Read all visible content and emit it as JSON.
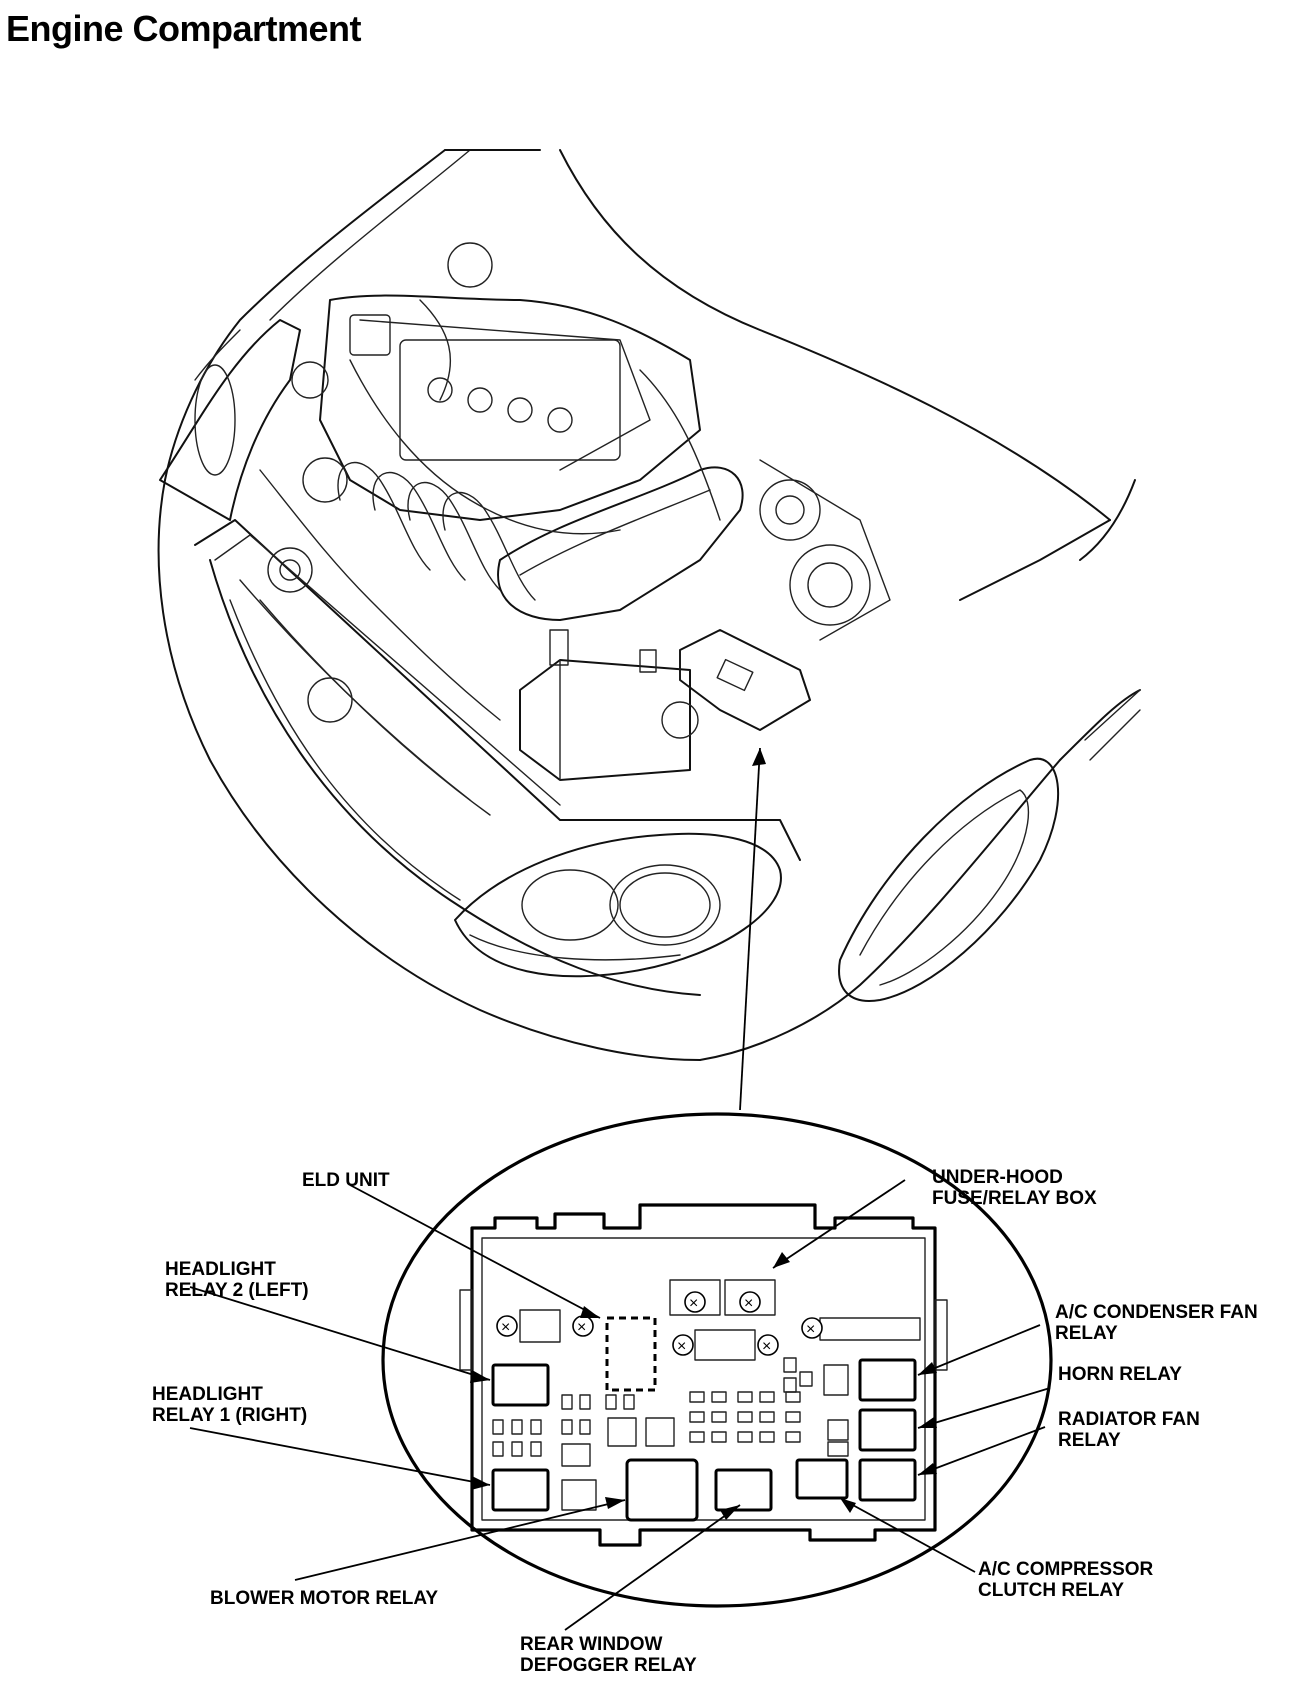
{
  "title": "Engine Compartment",
  "labels": {
    "eld_unit": "ELD UNIT",
    "under_hood_box": [
      "UNDER-HOOD",
      "FUSE/RELAY BOX"
    ],
    "headlight_relay_2": [
      "HEADLIGHT",
      "RELAY 2 (LEFT)"
    ],
    "headlight_relay_1": [
      "HEADLIGHT",
      "RELAY 1 (RIGHT)"
    ],
    "ac_condenser_fan_relay": [
      "A/C CONDENSER FAN",
      "RELAY"
    ],
    "horn_relay": "HORN RELAY",
    "radiator_fan_relay": [
      "RADIATOR FAN",
      "RELAY"
    ],
    "ac_compressor_clutch_relay": [
      "A/C COMPRESSOR",
      "CLUTCH RELAY"
    ],
    "blower_motor_relay": "BLOWER MOTOR RELAY",
    "rear_window_defogger_relay": [
      "REAR WINDOW",
      "DEFOGGER RELAY"
    ]
  }
}
